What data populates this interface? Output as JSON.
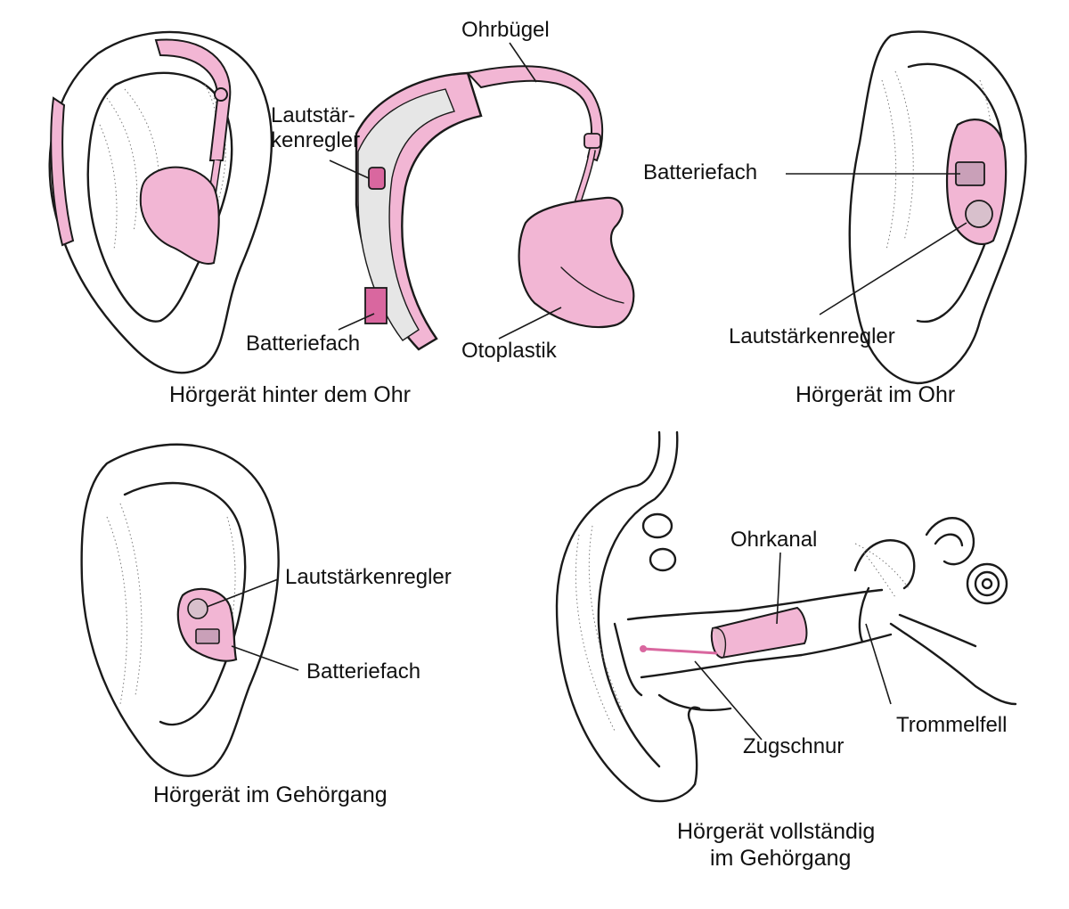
{
  "colors": {
    "device_pink": "#f2b6d4",
    "device_pink_light": "#f8d6e7",
    "device_pink_dark": "#d9679f",
    "device_gray": "#e6e6e6",
    "ink": "#1a1a1a"
  },
  "panels": {
    "bte": {
      "caption": "Hörgerät hinter dem Ohr",
      "labels": {
        "earhook": "Ohrbügel",
        "volume_line1": "Lautstär-",
        "volume_line2": "kenregler",
        "battery": "Batteriefach",
        "earmold": "Otoplastik"
      }
    },
    "ite": {
      "caption": "Hörgerät im Ohr",
      "labels": {
        "battery": "Batteriefach",
        "volume": "Lautstärkenregler"
      }
    },
    "itc": {
      "caption": "Hörgerät im Gehörgang",
      "labels": {
        "volume": "Lautstärkenregler",
        "battery": "Batteriefach"
      }
    },
    "cic": {
      "caption_line1": "Hörgerät vollständig",
      "caption_line2": "im Gehörgang",
      "labels": {
        "canal": "Ohrkanal",
        "eardrum": "Trommelfell",
        "pull_cord": "Zugschnur"
      }
    }
  }
}
